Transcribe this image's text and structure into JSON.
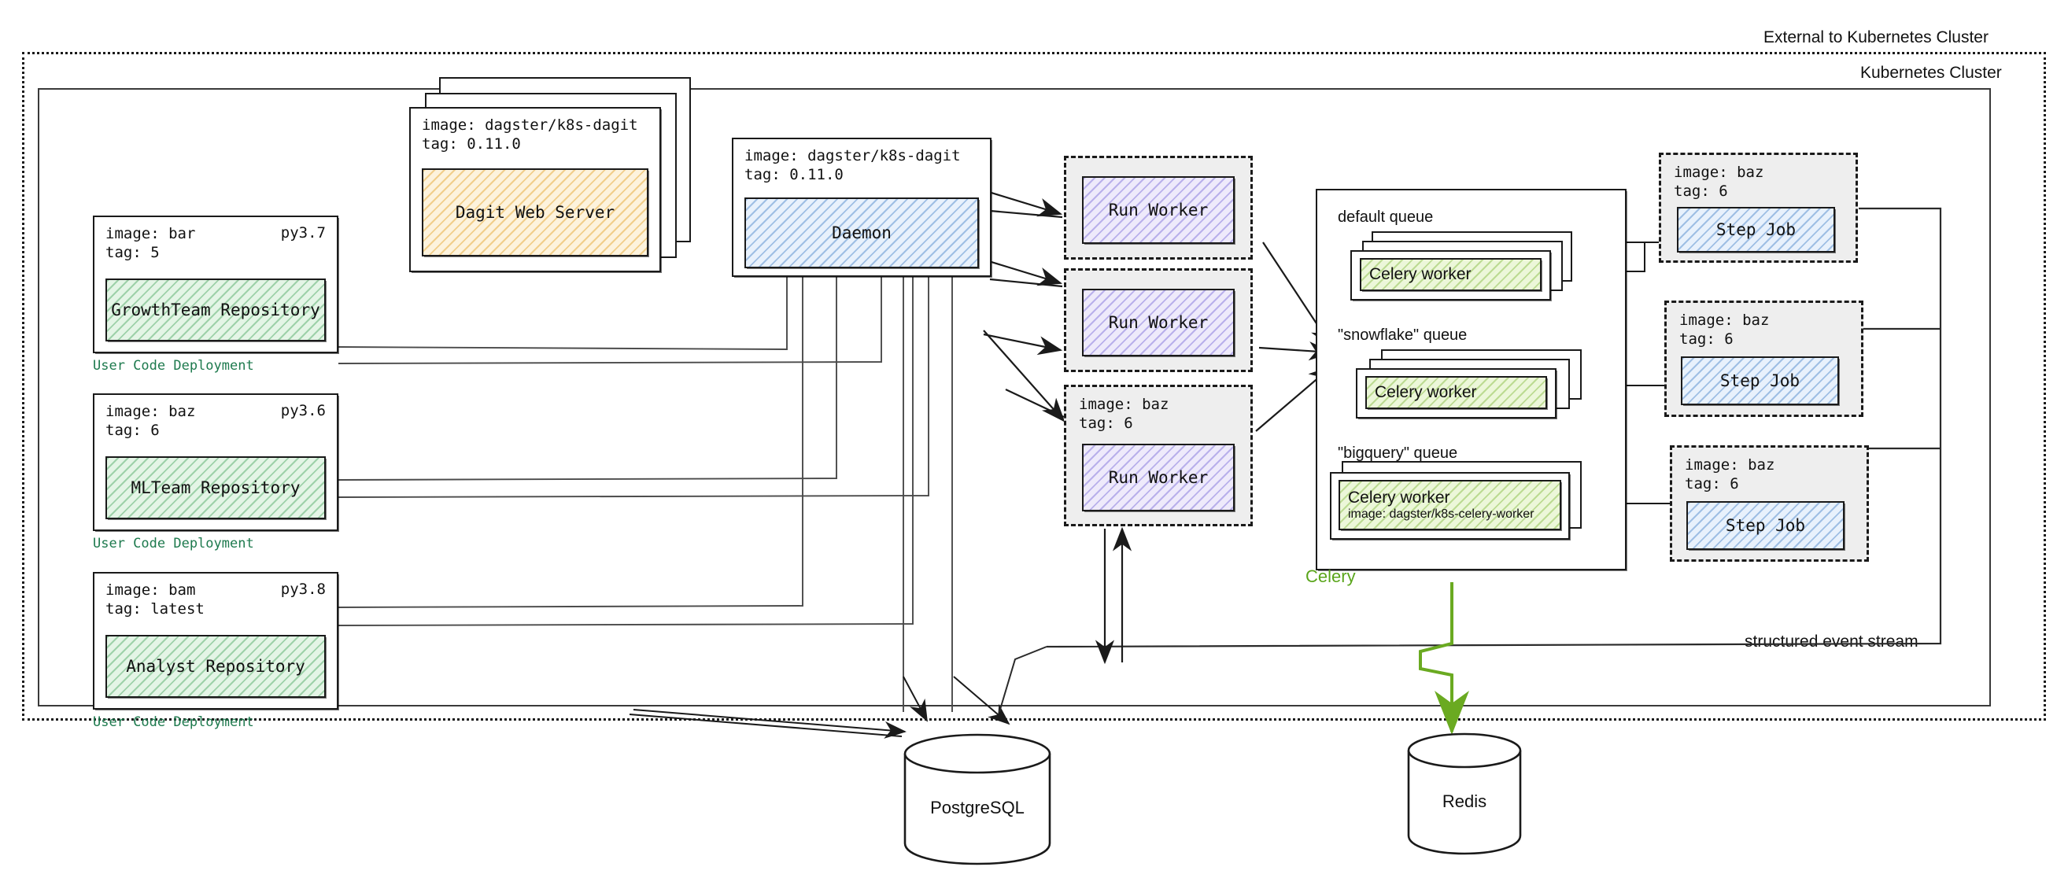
{
  "boundaries": {
    "external_label": "External to Kubernetes Cluster",
    "k8s_label": "Kubernetes Cluster",
    "event_stream_label": "structured event stream"
  },
  "user_code_deployments": [
    {
      "image": "image: bar",
      "tag": "tag: 5",
      "python": "py3.7",
      "name": "GrowthTeam Repository",
      "caption": "User Code Deployment"
    },
    {
      "image": "image: baz",
      "tag": "tag: 6",
      "python": "py3.6",
      "name": "MLTeam Repository",
      "caption": "User Code Deployment"
    },
    {
      "image": "image: bam",
      "tag": "tag: latest",
      "python": "py3.8",
      "name": "Analyst Repository",
      "caption": "User Code Deployment"
    }
  ],
  "dagit": {
    "image": "image: dagster/k8s-dagit",
    "tag": "tag: 0.11.0",
    "name": "Dagit Web Server"
  },
  "daemon": {
    "image": "image: dagster/k8s-dagit",
    "tag": "tag: 0.11.0",
    "name": "Daemon"
  },
  "run_workers": [
    {
      "name": "Run Worker",
      "image": "",
      "tag": ""
    },
    {
      "name": "Run Worker",
      "image": "",
      "tag": ""
    },
    {
      "name": "Run Worker",
      "image": "image: baz",
      "tag": "tag: 6"
    }
  ],
  "celery": {
    "label": "Celery",
    "queues": [
      {
        "queue_label": "default queue",
        "worker": "Celery worker",
        "worker_image": ""
      },
      {
        "queue_label": "\"snowflake\" queue",
        "worker": "Celery worker",
        "worker_image": ""
      },
      {
        "queue_label": "\"bigquery\" queue",
        "worker": "Celery worker",
        "worker_image": "image: dagster/k8s-celery-worker"
      }
    ]
  },
  "step_jobs": [
    {
      "image": "image: baz",
      "tag": "tag: 6",
      "name": "Step Job"
    },
    {
      "image": "image: baz",
      "tag": "tag: 6",
      "name": "Step Job"
    },
    {
      "image": "image: baz",
      "tag": "tag: 6",
      "name": "Step Job"
    }
  ],
  "datastores": [
    {
      "name": "PostgreSQL"
    },
    {
      "name": "Redis"
    }
  ],
  "colors": {
    "repo_green": "#3ca055",
    "dagit_orange": "#e2a026",
    "daemon_blue": "#4682c8",
    "worker_purple": "#7869d7",
    "celery_green": "#5aa51b",
    "caption_green": "#1e7a4e",
    "ink": "#1a1a1a"
  }
}
